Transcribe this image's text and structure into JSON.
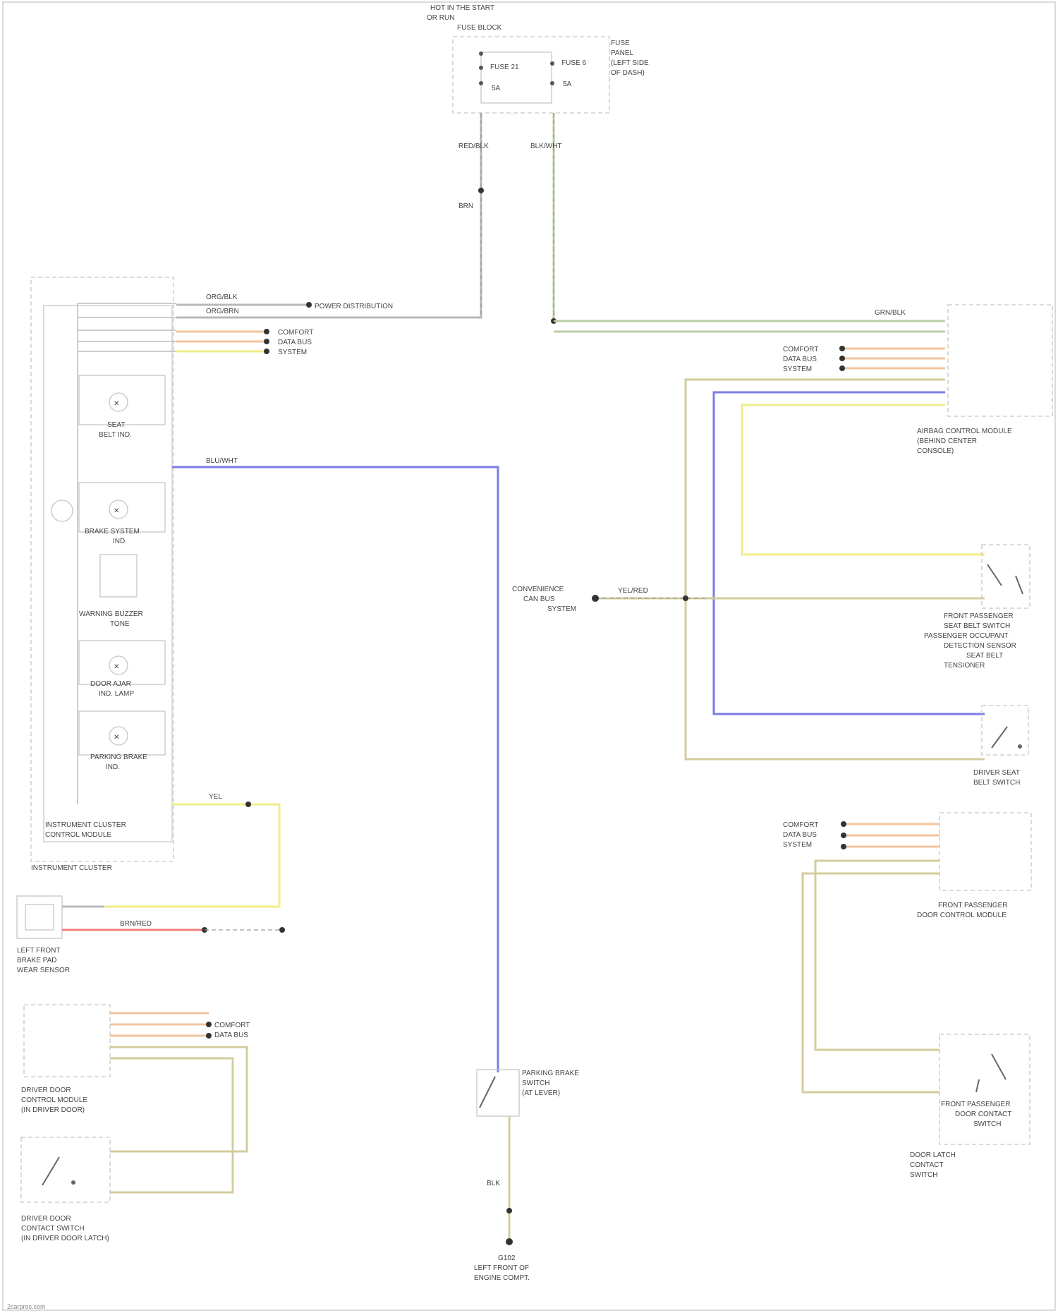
{
  "components": {
    "relay_box_title": [
      "HOT IN THE START",
      "OR RUN",
      "FUSE BLOCK"
    ],
    "fuse1": "FUSE 21",
    "fuse1_rating": "5A",
    "fuse2": "FUSE 6",
    "fuse2_rating": "5A",
    "fuse_block_side": [
      "FUSE",
      "PANEL",
      "(LEFT SIDE",
      "OF DASH)"
    ],
    "instrument_cluster": "INSTRUMENT CLUSTER",
    "instrument_cluster_module": [
      "INSTRUMENT CLUSTER",
      "CONTROL MODULE"
    ],
    "seat_belt_lamp": [
      "SEAT",
      "BELT IND."
    ],
    "brake_system_lamp": [
      "BRAKE SYSTEM",
      "IND."
    ],
    "warning_buzzer": [
      "WARNING BUZZER",
      "TONE"
    ],
    "door_ajar_lamp": [
      "DOOR AJAR",
      "IND. LAMP"
    ],
    "parking_brake_lamp": [
      "PARKING BRAKE",
      "IND."
    ],
    "airbag_module": [
      "AIRBAG CONTROL MODULE",
      "(BEHIND CENTER",
      "CONSOLE)"
    ],
    "passenger_seat_sensor": [
      "FRONT PASSENGER",
      "SEAT BELT SWITCH",
      "PASSENGER OCCUPANT",
      "DETECTION SENSOR",
      "SEAT BELT",
      "TENSIONER"
    ],
    "driver_belt_switch": [
      "DRIVER SEAT",
      "BELT SWITCH"
    ],
    "passenger_door_module": [
      "FRONT PASSENGER",
      "DOOR CONTROL MODULE"
    ],
    "passenger_door_switch": [
      "FRONT PASSENGER",
      "DOOR CONTACT",
      "SWITCH"
    ],
    "passenger_door_lock": [
      "DOOR LATCH",
      "CONTACT",
      "SWITCH"
    ],
    "brake_fluid_switch": [
      "LEFT FRONT",
      "BRAKE PAD",
      "WEAR SENSOR"
    ],
    "driver_door_module": [
      "DRIVER DOOR",
      "CONTROL MODULE",
      "(IN DRIVER DOOR)"
    ],
    "driver_door_switch": [
      "DRIVER DOOR",
      "CONTACT SWITCH",
      "(IN DRIVER DOOR LATCH)"
    ],
    "park_brake_switch": [
      "PARKING BRAKE",
      "SWITCH",
      "(AT LEVER)"
    ],
    "ground": [
      "G102",
      "LEFT FRONT OF",
      "ENGINE COMPT."
    ],
    "splice_label": [
      "CONVENIENCE",
      "CAN BUS",
      "SYSTEM"
    ],
    "bus_label": [
      "POWER DISTRIBUTION"
    ],
    "can_label": [
      "COMFORT",
      "DATA BUS",
      "SYSTEM"
    ]
  },
  "wires": {
    "w1": "RED/BLK",
    "w2": "BRN",
    "w3": "BLK/WHT",
    "w4": "ORG/BLK",
    "w5": "ORG/BRN",
    "w6": "YEL",
    "w7": "BLU/WHT",
    "w8": "BRN/RED",
    "w9": "GRN/BLK",
    "w10": "YEL/RED",
    "w11": "BLK"
  },
  "footer": "2carpros.com"
}
